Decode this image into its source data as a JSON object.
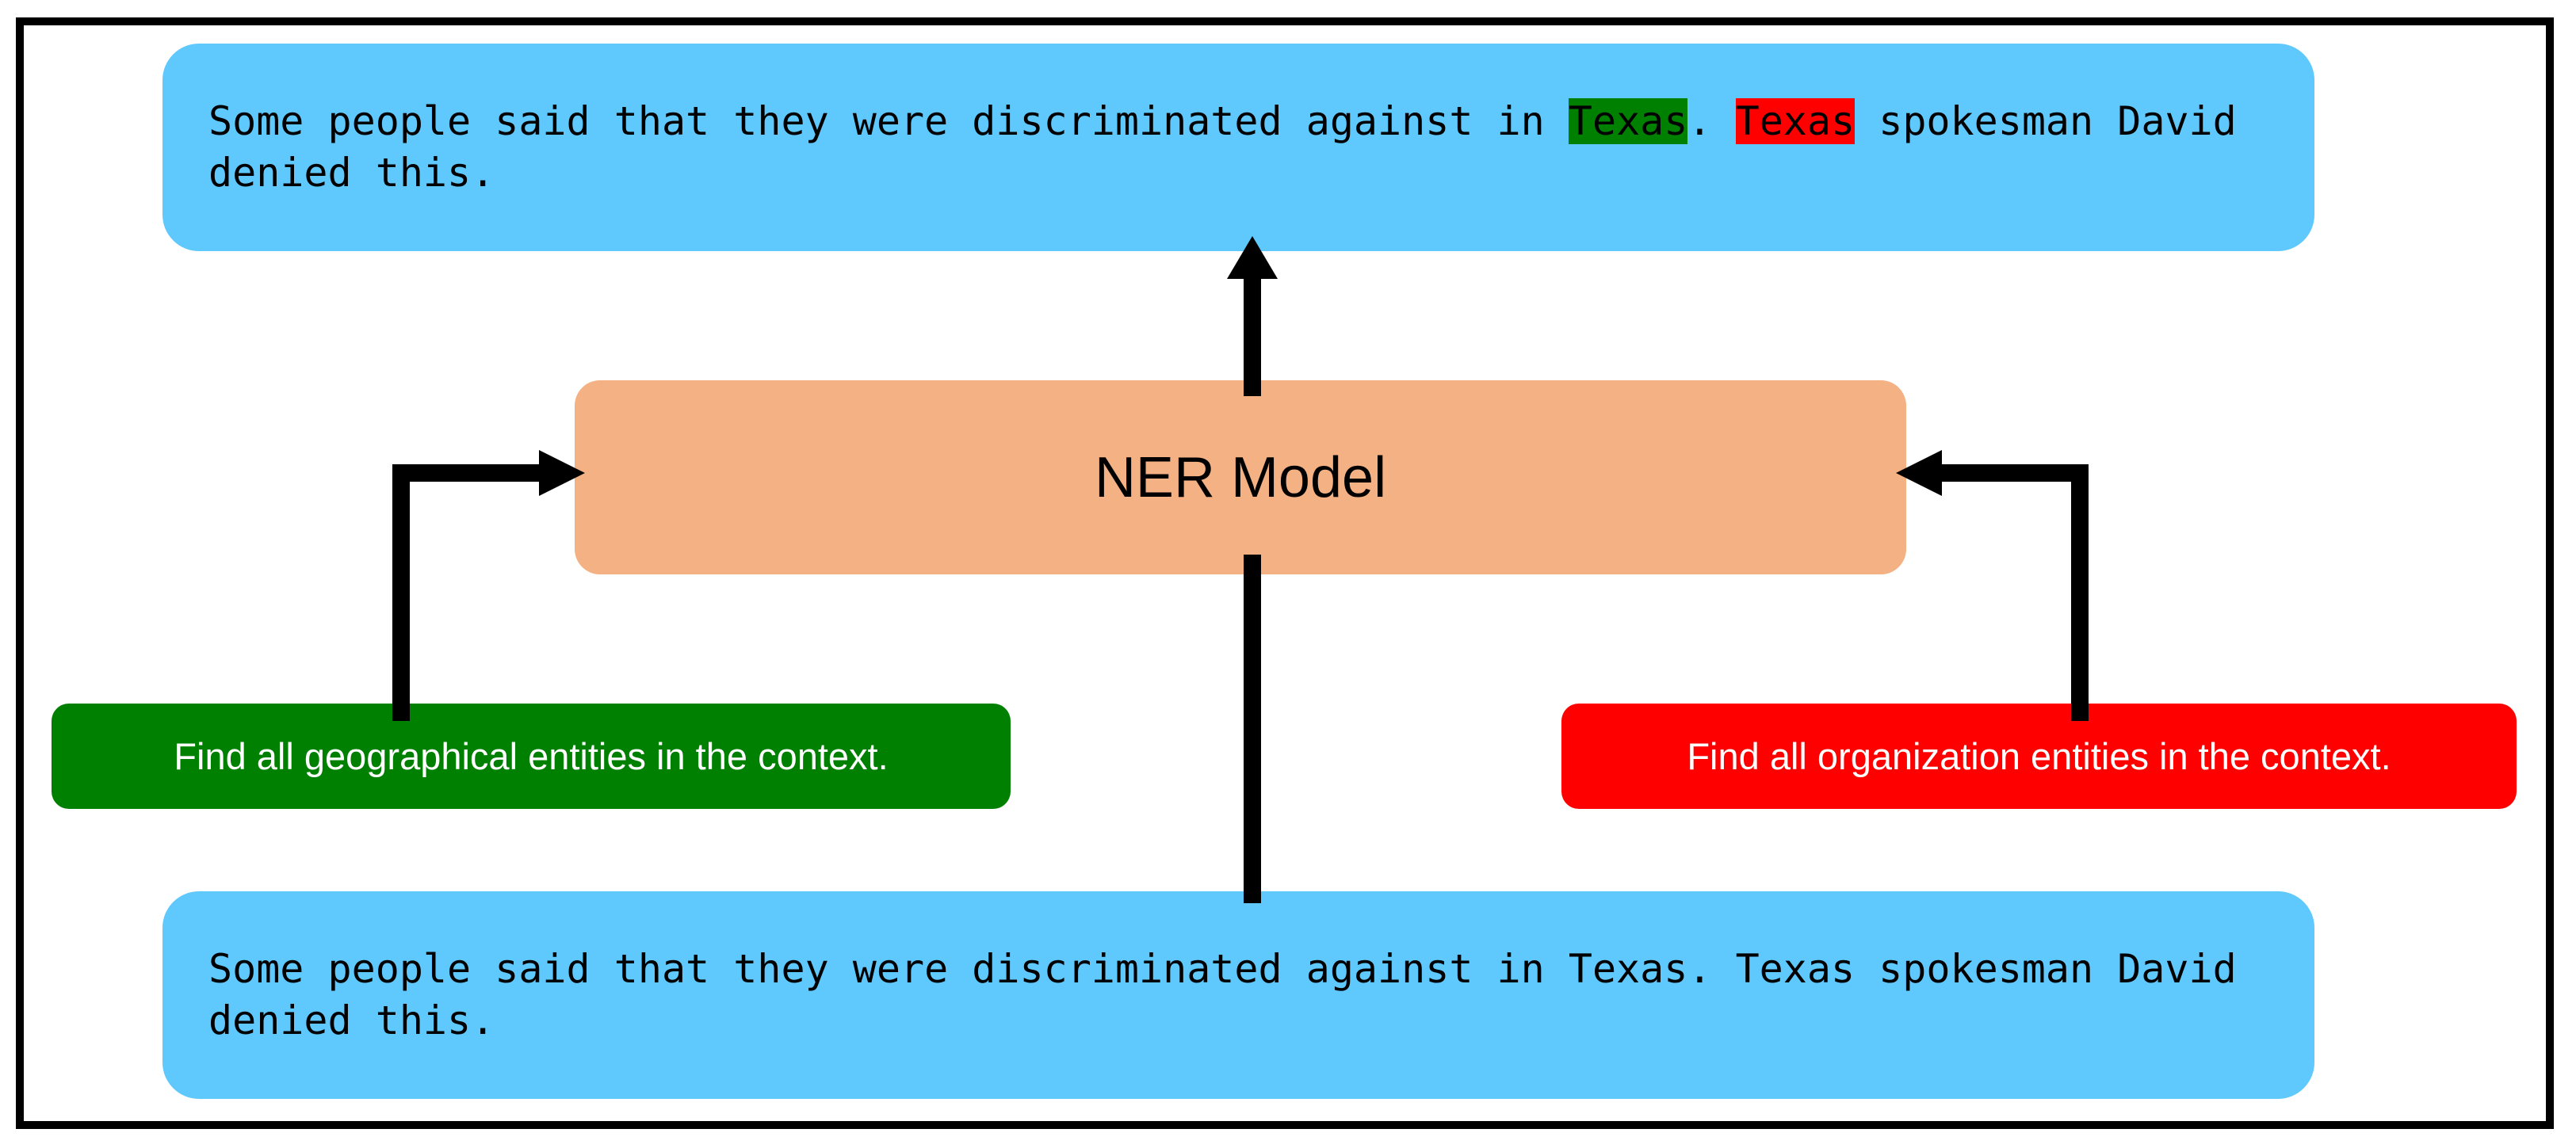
{
  "figure": {
    "title": "NER Model prompt-conditioned entity extraction diagram",
    "background_color": "#FFFFFF",
    "border_color": "#000000"
  },
  "colors": {
    "context_blue": "#5FC8FC",
    "model_orange": "#F4B183",
    "geo_green": "#008000",
    "org_red": "#FF0000",
    "arrow_black": "#000000",
    "prompt_text_white": "#FFFFFF",
    "body_text_black": "#000000"
  },
  "output_box": {
    "name": "annotated-output-context",
    "segments": [
      {
        "text": "Some people said that they were discriminated against in ",
        "highlight": "none"
      },
      {
        "text": "Texas",
        "highlight": "green"
      },
      {
        "text": ". ",
        "highlight": "none"
      },
      {
        "text": "Texas",
        "highlight": "red"
      },
      {
        "text": " spokesman David denied this.",
        "highlight": "none"
      }
    ],
    "plain_text": "Some people said that they were discriminated against in Texas. Texas spokesman David denied this."
  },
  "model": {
    "label": "NER Model"
  },
  "prompts": {
    "geographical": {
      "label": "Find all geographical entities in the context.",
      "color": "#008000"
    },
    "organization": {
      "label": "Find all organization entities in the context.",
      "color": "#FF0000"
    }
  },
  "input_box": {
    "name": "input-context",
    "text": "Some people said that they were discriminated against in Texas. Texas spokesman David denied this."
  },
  "connectors": {
    "model_to_output": {
      "direction": "up",
      "arrowhead": true
    },
    "input_to_model": {
      "direction": "up",
      "arrowhead": false
    },
    "geo_prompt_to_model": {
      "direction": "right",
      "arrowhead": true
    },
    "org_prompt_to_model": {
      "direction": "left",
      "arrowhead": true
    }
  }
}
